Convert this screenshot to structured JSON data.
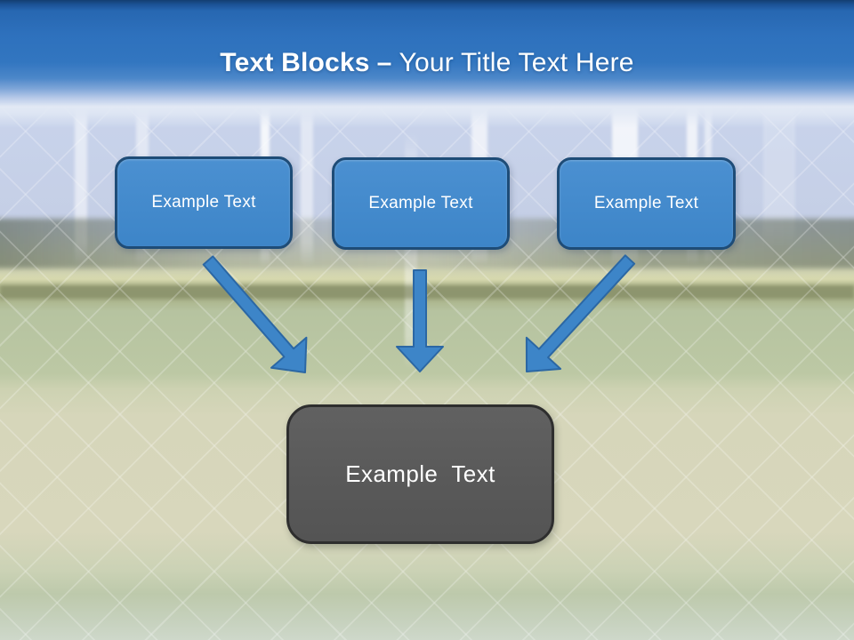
{
  "slide": {
    "title": {
      "bold": "Text Blocks",
      "separator": "–",
      "rest": "Your Title Text Here"
    },
    "source_boxes": [
      {
        "label": "Example Text"
      },
      {
        "label": "Example Text"
      },
      {
        "label": "Example Text"
      }
    ],
    "target_box": {
      "label": "Example Text"
    },
    "arrows": [
      {
        "icon": "arrow-down-right-icon"
      },
      {
        "icon": "arrow-down-icon"
      },
      {
        "icon": "arrow-down-left-icon"
      }
    ],
    "colors": {
      "header_blue": "#2e71bd",
      "box_fill": "#3d85c8",
      "box_fill_light": "#4b90d1",
      "box_border": "#1e4c77",
      "arrow_fill": "#3d85c8",
      "arrow_stroke": "#2b67a4",
      "gray_fill": "#595959",
      "gray_border": "#2e2e2e",
      "text_white": "#ffffff"
    }
  }
}
